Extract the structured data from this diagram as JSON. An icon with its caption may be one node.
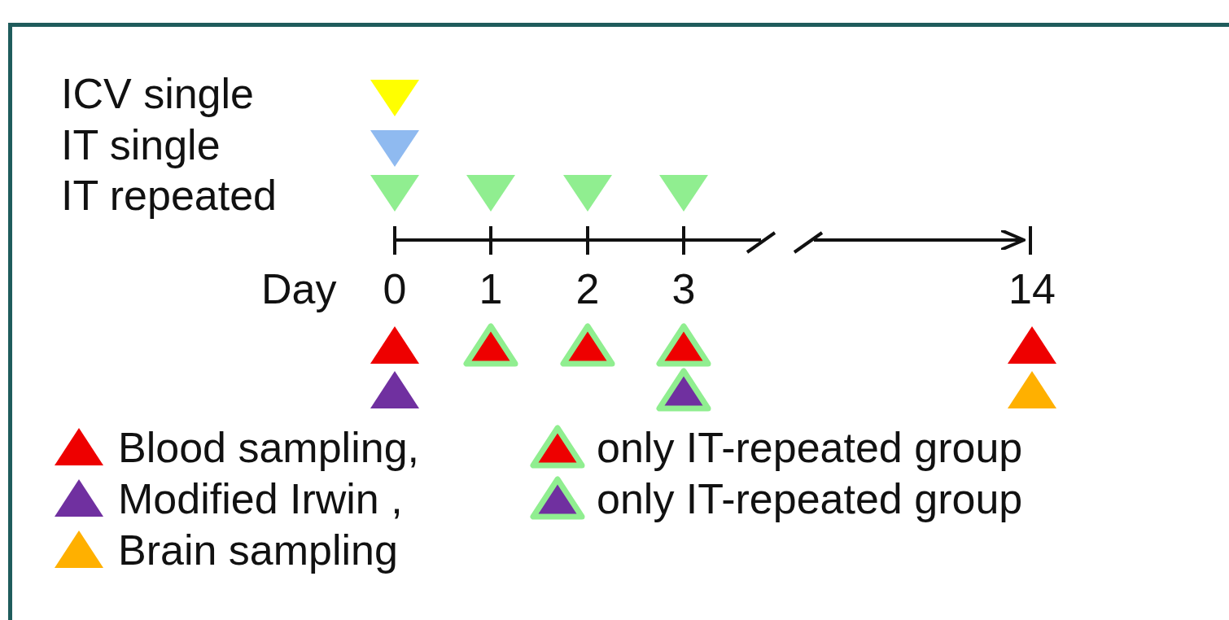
{
  "diagram": {
    "labels": [
      "ICV single",
      "IT single",
      "IT repeated",
      "Day",
      "0",
      "1",
      "2",
      "3",
      "14"
    ],
    "legend": [
      {
        "text": "Blood sampling,",
        "color": "#ee0000"
      },
      {
        "text": "only IT-repeated group"
      },
      {
        "text": "Modified Irwin ,",
        "color": "#7030a0"
      },
      {
        "text": "only IT-repeated group"
      },
      {
        "text": "Brain sampling",
        "color": "#ffb000"
      }
    ]
  }
}
